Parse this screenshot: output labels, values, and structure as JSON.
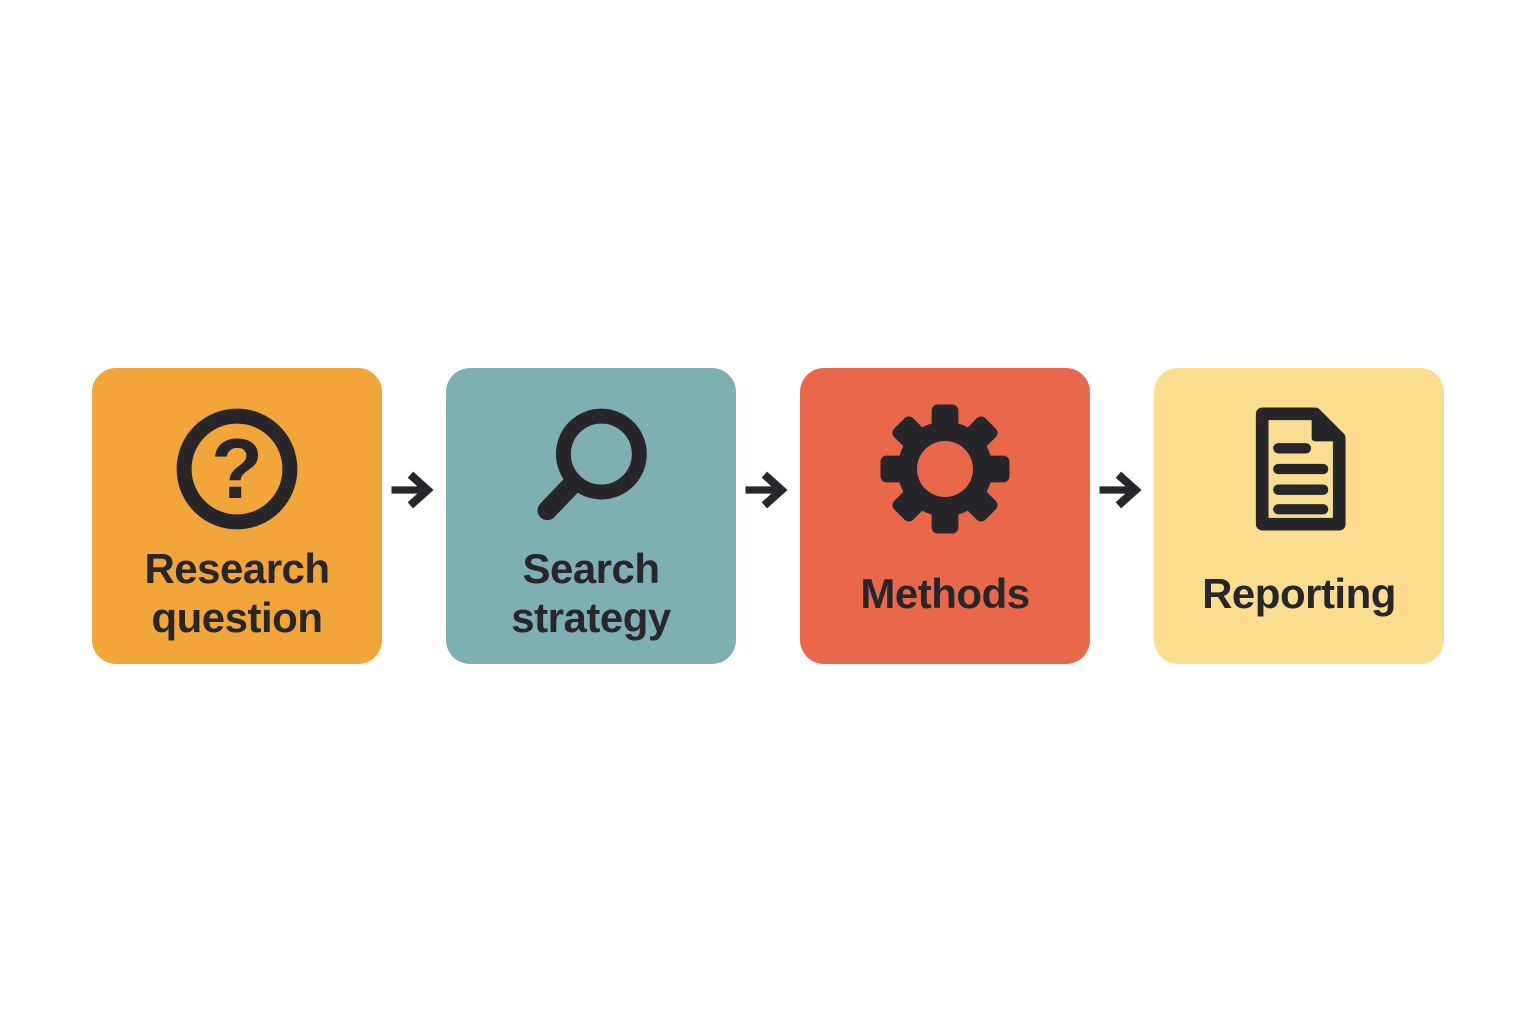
{
  "diagram": {
    "type": "process-flow",
    "background_color": "#ffffff",
    "ink_color": "#26262b",
    "arrow_color": "#26262b",
    "steps": [
      {
        "label": "Research question",
        "icon": "question-circle-icon",
        "bg_color": "#f2a63a"
      },
      {
        "label": "Search strategy",
        "icon": "search-icon",
        "bg_color": "#7eafb2"
      },
      {
        "label": "Methods",
        "icon": "gear-icon",
        "bg_color": "#e9684b"
      },
      {
        "label": "Reporting",
        "icon": "document-icon",
        "bg_color": "#fbdd8f"
      }
    ],
    "arrow_glyph": "→"
  }
}
